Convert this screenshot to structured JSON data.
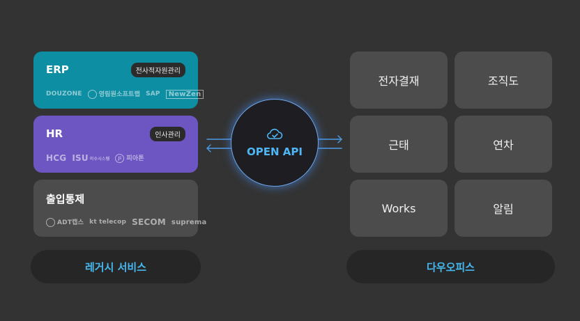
{
  "legacy": {
    "cards": [
      {
        "title": "ERP",
        "badge": "전사적자원관리",
        "logos": [
          "DOUZONE",
          "영림원소프트랩",
          "SAP",
          "NewZen"
        ]
      },
      {
        "title": "HR",
        "badge": "인사관리",
        "logos": [
          "HCG",
          "ISU",
          "이수시스템",
          "Ji",
          "피아톤"
        ]
      },
      {
        "title": "출입통제",
        "logos": [
          "ADT캡스",
          "kt telecop",
          "SECOM",
          "suprema"
        ]
      }
    ],
    "label": "레거시 서비스"
  },
  "hub": {
    "label": "OPEN API",
    "icon": "cloud-check-icon"
  },
  "office": {
    "items": [
      "전자결재",
      "조직도",
      "근태",
      "연차",
      "Works",
      "알림"
    ],
    "label": "다우오피스"
  },
  "colors": {
    "erp": "#0d8ea3",
    "hr": "#6d56c1",
    "accent": "#46b8ef",
    "background": "#333333"
  }
}
